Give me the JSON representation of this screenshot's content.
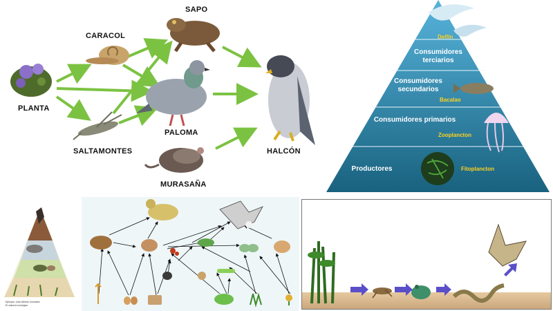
{
  "food_web_top": {
    "animals": {
      "sapo": "SAPO",
      "caracol": "CARACOL",
      "planta": "PLANTA",
      "paloma": "PALOMA",
      "saltamontes": "SALTAMONTES",
      "halcon": "HALCÓN",
      "murasana": "MURASAÑA"
    }
  },
  "ocean_pyramid": {
    "tiers": {
      "terciarios": "Consumidores terciarios",
      "secundarios": "Consumidores secundarios",
      "primarios": "Consumidores primarios",
      "productores": "Productores"
    },
    "species": {
      "delfin": "Delfín",
      "bacalao": "Bacalao",
      "zooplancton": "Zooplancton",
      "fitoplancton": "Fitoplancton"
    },
    "colors": {
      "top": "#2f8ab8",
      "bottom": "#1c6b8e",
      "species_label": "#ffd21f"
    }
  },
  "small_pyramid": {
    "credit_line1": "Ejemplo: José Alberto Gonzalez",
    "credit_line2": "El cinturón ecológico"
  },
  "food_web_bottom": {
    "icons": [
      "lynx-icon",
      "eagle-icon",
      "beaver-icon",
      "mouse-icon",
      "ant-icon",
      "leaf-insect-icon",
      "butterfly-icon",
      "rabbit-icon",
      "caterpillar-icon",
      "beetle-icon",
      "snail-icon",
      "grain-icon",
      "seeds-icon",
      "bread-icon",
      "lettuce-icon",
      "grass-icon",
      "flower-icon"
    ]
  },
  "food_chain_strip": {
    "icons": [
      "corn-plant-icon",
      "grasshopper-icon",
      "frog-icon",
      "snake-icon",
      "hawk-icon"
    ]
  }
}
